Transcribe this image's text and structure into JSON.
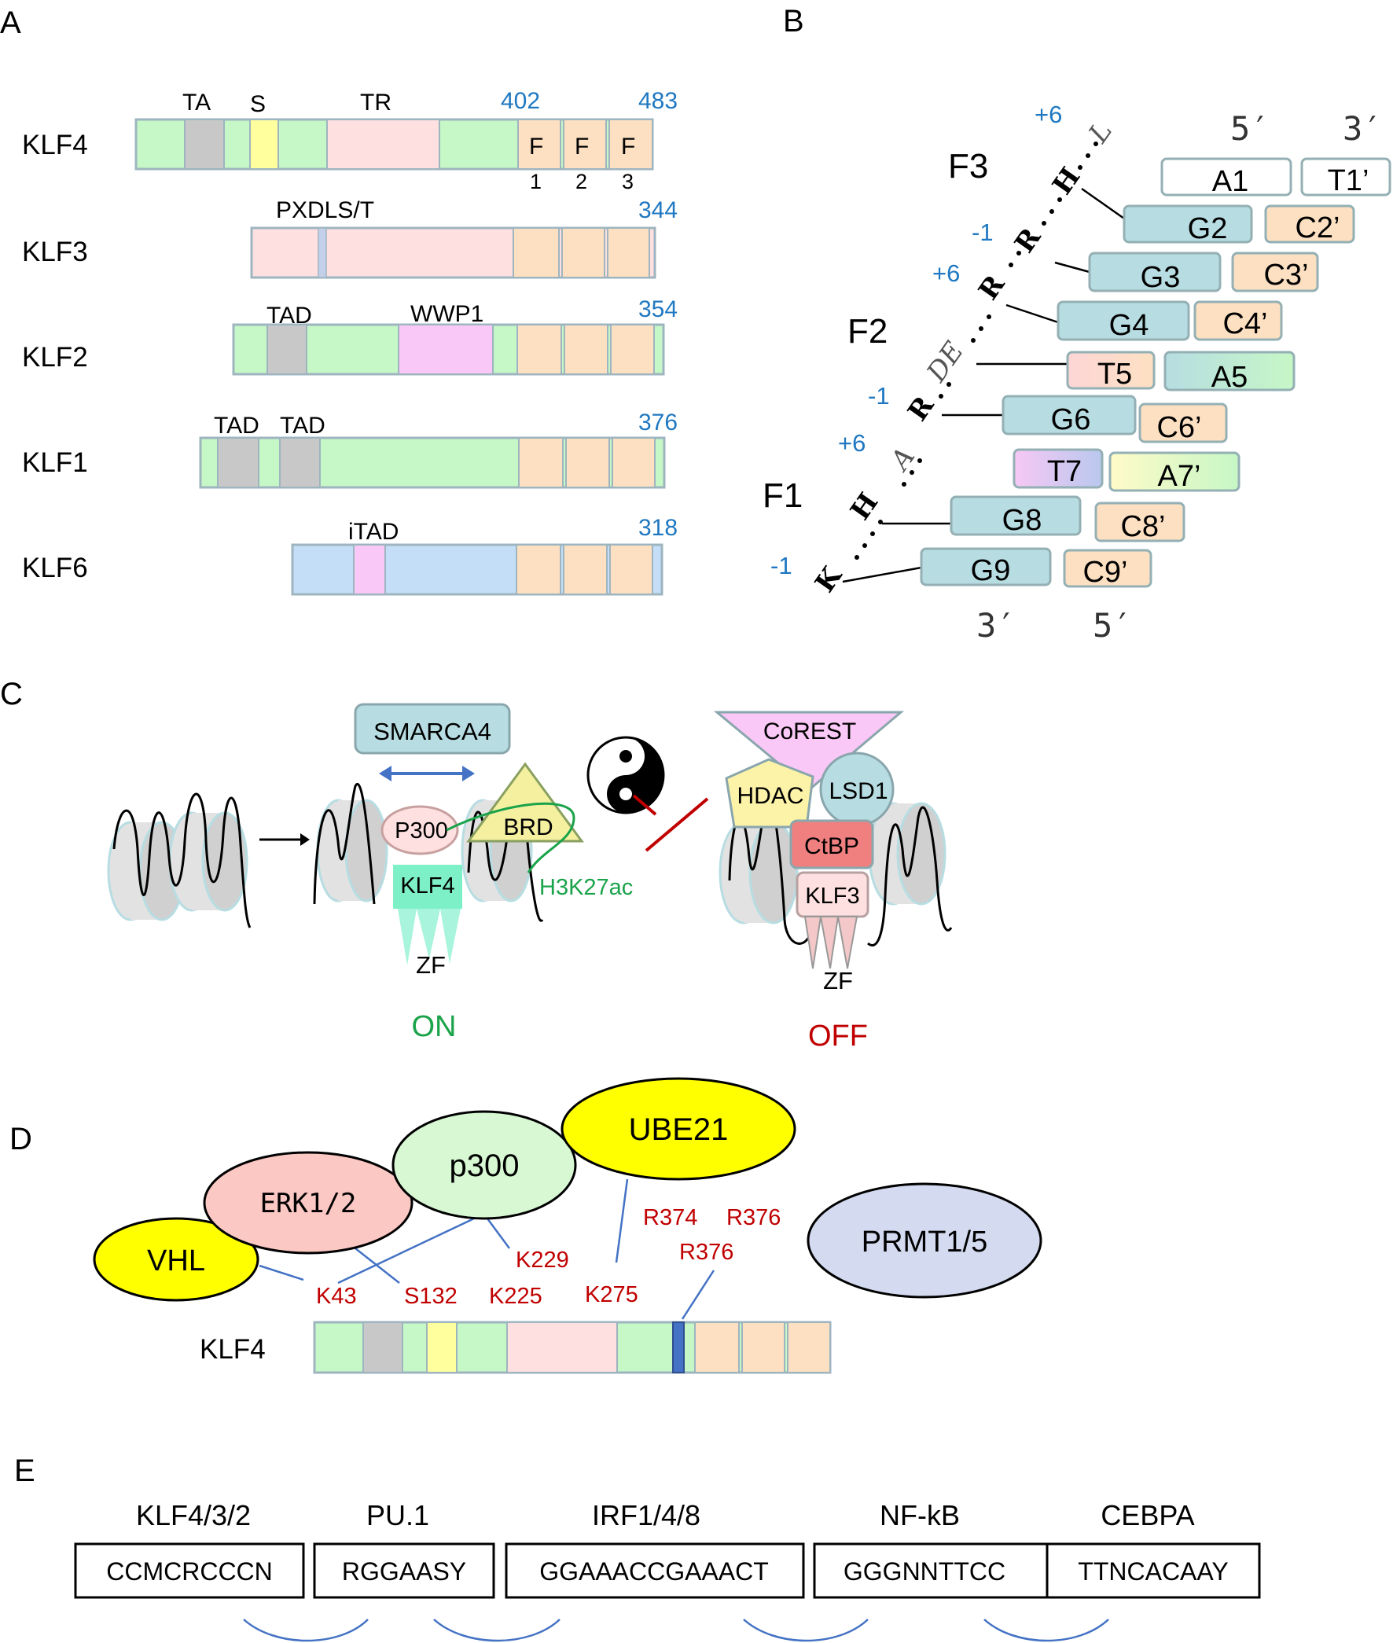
{
  "colors": {
    "green": "#c6f7c6",
    "gray": "#c8c8c8",
    "yellow": "#ffff9e",
    "pink": "#fde0df",
    "peach": "#fde0c2",
    "magenta": "#f9c8f6",
    "blue": "#c4def8",
    "teal": "#b7dde2",
    "box_border": "#94b0b4",
    "num_blue": "#1f78c1",
    "red": "#c00000",
    "green_txt": "#1aa34a"
  },
  "panel_a": {
    "label": "A",
    "proteins": [
      {
        "name": "KLF4",
        "end": "483",
        "start_label": "402",
        "domains": [
          "TA",
          "S",
          "TR"
        ],
        "f_labels": [
          "F",
          "F",
          "F"
        ],
        "f_nums": [
          "1",
          "2",
          "3"
        ]
      },
      {
        "name": "KLF3",
        "end": "344",
        "domains": [
          "PXDLS/T"
        ]
      },
      {
        "name": "KLF2",
        "end": "354",
        "domains": [
          "TAD",
          "WWP1"
        ]
      },
      {
        "name": "KLF1",
        "end": "376",
        "domains": [
          "TAD",
          "TAD"
        ]
      },
      {
        "name": "KLF6",
        "end": "318",
        "domains": [
          "iTAD"
        ]
      }
    ]
  },
  "panel_b": {
    "label": "B",
    "fingers": [
      "F3",
      "F2",
      "F1"
    ],
    "positions": [
      "+6",
      "-1",
      "+6",
      "-1",
      "+6",
      "-1"
    ],
    "residues": [
      "L",
      "H",
      "R",
      "R",
      "DE",
      "R",
      "A",
      "H",
      "K"
    ],
    "top_strand": [
      "5′",
      "3′"
    ],
    "bottom_strand": [
      "3′",
      "5′"
    ],
    "bases": [
      {
        "left": "A1",
        "right": "T1’"
      },
      {
        "left": "G2",
        "right": "C2’"
      },
      {
        "left": "G3",
        "right": "C3’"
      },
      {
        "left": "G4",
        "right": "C4’"
      },
      {
        "left": "T5",
        "right": "A5"
      },
      {
        "left": "G6",
        "right": "C6’"
      },
      {
        "left": "T7",
        "right": "A7’"
      },
      {
        "left": "G8",
        "right": "C8’"
      },
      {
        "left": "G9",
        "right": "C9’"
      }
    ]
  },
  "panel_c": {
    "label": "C",
    "smarca4": "SMARCA4",
    "p300": "P300",
    "brd": "BRD",
    "klf4": "KLF4",
    "h3k27ac": "H3K27ac",
    "zf_on": "ZF",
    "on": "ON",
    "corest": "CoREST",
    "hdac": "HDAC",
    "lsd1": "LSD1",
    "ctbp": "CtBP",
    "klf3": "KLF3",
    "zf_off": "ZF",
    "off": "OFF"
  },
  "panel_d": {
    "label": "D",
    "enzymes": [
      "VHL",
      "ERK1/2",
      "p300",
      "UBE21",
      "PRMT1/5"
    ],
    "sites": [
      "K43",
      "S132",
      "K225",
      "K229",
      "K275",
      "R374",
      "R376",
      "R376"
    ],
    "protein": "KLF4"
  },
  "panel_e": {
    "label": "E",
    "motifs": [
      {
        "tf": "KLF4/3/2",
        "seq": "CCMCRCCCN"
      },
      {
        "tf": "PU.1",
        "seq": "RGGAASY"
      },
      {
        "tf": "IRF1/4/8",
        "seq": "GGAAACCGAAACT"
      },
      {
        "tf": "NF-kB",
        "seq": "GGGNNTTCC"
      },
      {
        "tf": "CEBPA",
        "seq": "TTNCACAAY"
      }
    ]
  }
}
